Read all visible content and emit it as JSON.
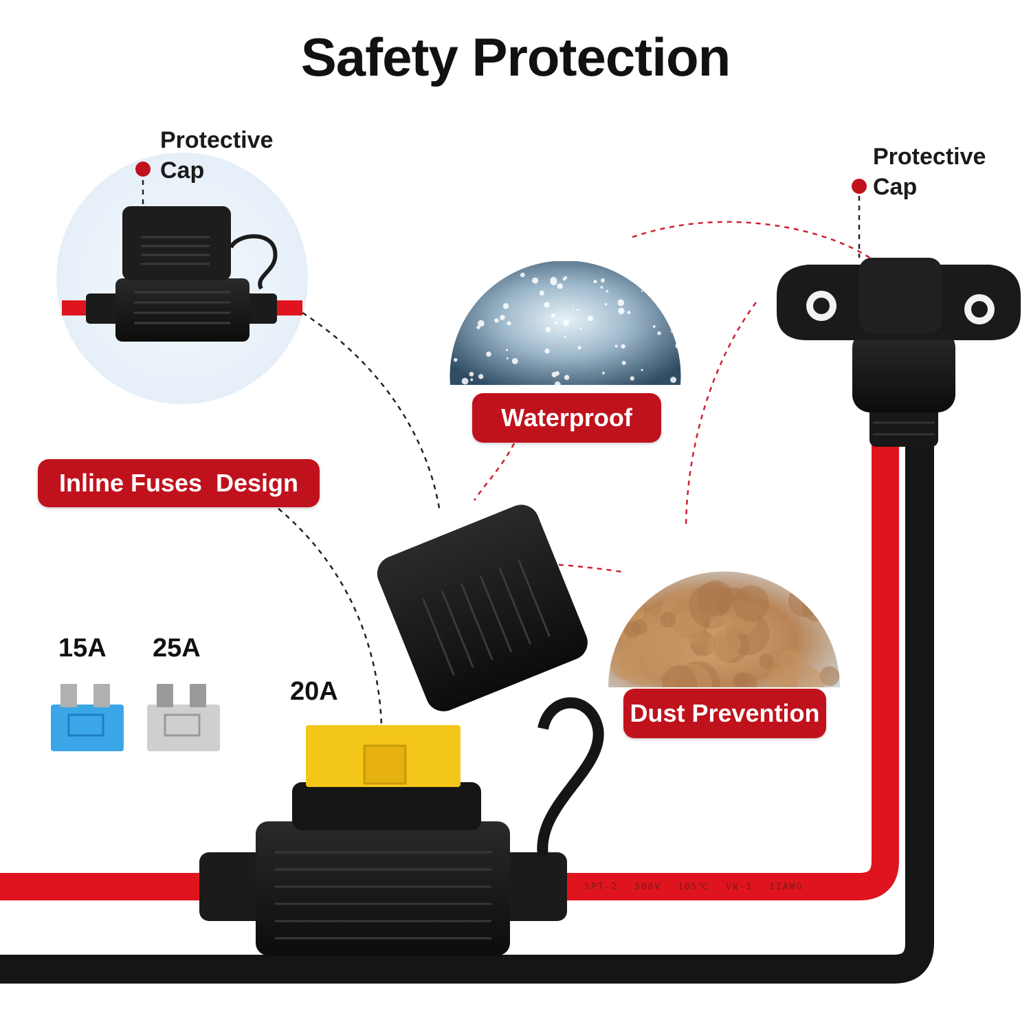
{
  "title": "Safety Protection",
  "callouts": {
    "left_cap": "Protective Cap",
    "right_cap": "Protective Cap"
  },
  "badges": {
    "waterproof": "Waterproof",
    "inline": "Inline Fuses  Design",
    "dust": "Dust Prevention"
  },
  "fuses": [
    {
      "label": "15A",
      "color": "#3aa6e8"
    },
    {
      "label": "25A",
      "color": "#cfcfcf"
    },
    {
      "label": "20A",
      "color": "#f5c61a"
    }
  ],
  "wire_print": "SPT-2 300V 105℃ VW-1 12AWG",
  "colors": {
    "accent": "#c0121d",
    "wire_red": "#e0141e",
    "wire_black": "#151515"
  }
}
